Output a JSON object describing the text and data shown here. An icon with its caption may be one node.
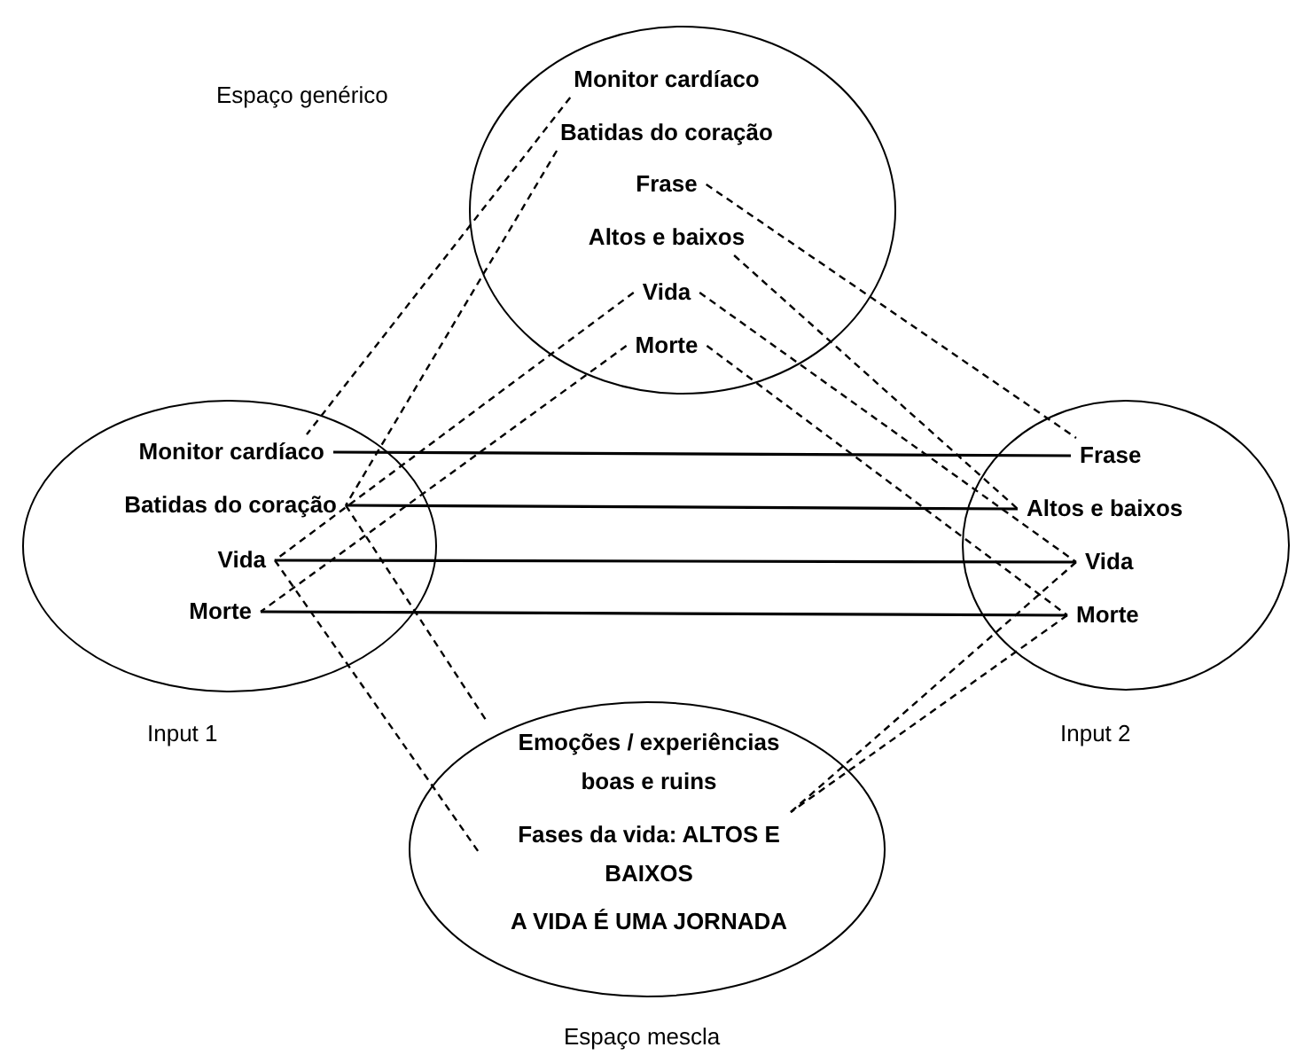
{
  "diagram": {
    "nodes": [
      {
        "text": [
          "Espaço genérico"
        ]
      },
      {
        "text": [
          "Monitor cardíaco"
        ],
        "in": 0
      },
      {
        "text": [
          "Batidas do coração"
        ],
        "in": 0
      },
      {
        "text": [
          "Frase"
        ],
        "in": 0
      },
      {
        "text": [
          "Altos e baixos"
        ],
        "in": 0
      },
      {
        "text": [
          "Vida"
        ],
        "in": 0
      },
      {
        "text": [
          "Morte"
        ],
        "in": 0
      },
      {
        "text": [
          "Input 1"
        ]
      },
      {
        "text": [
          "Monitor cardíaco"
        ],
        "in": 7
      },
      {
        "text": [
          "Batidas do coração"
        ],
        "in": 7
      },
      {
        "text": [
          "Vida"
        ],
        "in": 7
      },
      {
        "text": [
          "Morte"
        ],
        "in": 7
      },
      {
        "text": [
          "Input 2"
        ]
      },
      {
        "text": [
          "Frase"
        ],
        "in": 12
      },
      {
        "text": [
          "Altos e baixos"
        ],
        "in": 12
      },
      {
        "text": [
          "Vida"
        ],
        "in": 12
      },
      {
        "text": [
          "Morte"
        ],
        "in": 12
      },
      {
        "text": [
          "Espaço mescla"
        ]
      },
      {
        "text": [
          "Emoções /  experiências boas e ruins"
        ],
        "in": 17
      },
      {
        "text": [
          "Fases da vida: ALTOS E BAIXOS"
        ],
        "in": 17
      },
      {
        "text": [
          "A VIDA É UMA JORNADA"
        ],
        "in": 17
      }
    ],
    "edges": [
      {
        "from": 1,
        "to": 8,
        "arrow": "none",
        "style": "dashed"
      },
      {
        "from": 2,
        "to": 9,
        "arrow": "none",
        "style": "dashed"
      },
      {
        "from": 5,
        "to": 10,
        "arrow": "none",
        "style": "dashed"
      },
      {
        "from": 6,
        "to": 11,
        "arrow": "none",
        "style": "dashed"
      },
      {
        "from": 3,
        "to": 13,
        "arrow": "none",
        "style": "dashed"
      },
      {
        "from": 4,
        "to": 14,
        "arrow": "none",
        "style": "dashed"
      },
      {
        "from": 5,
        "to": 15,
        "arrow": "none",
        "style": "dashed"
      },
      {
        "from": 6,
        "to": 16,
        "arrow": "none",
        "style": "dashed"
      },
      {
        "from": 8,
        "to": 13,
        "arrow": "none"
      },
      {
        "from": 9,
        "to": 14,
        "arrow": "none"
      },
      {
        "from": 10,
        "to": 15,
        "arrow": "none"
      },
      {
        "from": 11,
        "to": 16,
        "arrow": "none"
      },
      {
        "from": 9,
        "to": 18,
        "arrow": "none",
        "style": "dashed"
      },
      {
        "from": 10,
        "to": 19,
        "arrow": "none",
        "style": "dashed"
      },
      {
        "from": 15,
        "to": 19,
        "arrow": "none",
        "style": "dashed"
      },
      {
        "from": 16,
        "to": 19,
        "arrow": "none",
        "style": "dashed"
      }
    ]
  }
}
